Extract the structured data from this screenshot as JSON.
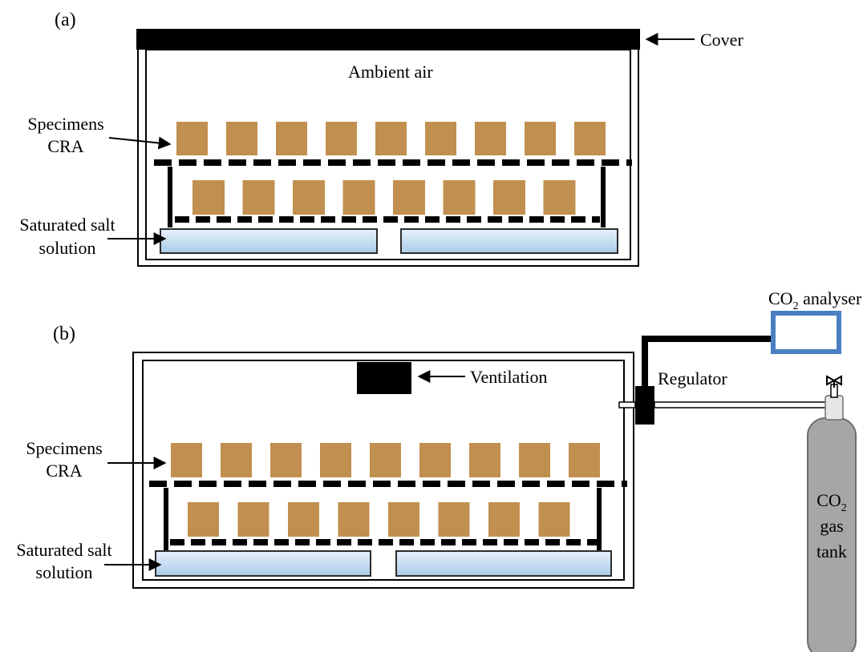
{
  "panels": {
    "a": {
      "tag": "(a)",
      "cover_label": "Cover",
      "ambient_label": "Ambient air",
      "specimens_line1": "Specimens",
      "specimens_line2": "CRA",
      "salt_line1": "Saturated salt",
      "salt_line2": "solution"
    },
    "b": {
      "tag": "(b)",
      "ventilation_label": "Ventilation",
      "regulator_label": "Regulator",
      "analyser_label_prefix": "CO",
      "analyser_label_sub": "2",
      "analyser_label_suffix": " analyser",
      "tank_line1_prefix": "CO",
      "tank_line1_sub": "2",
      "tank_line2": "gas",
      "tank_line3": "tank",
      "specimens_line1": "Specimens",
      "specimens_line2": "CRA",
      "salt_line1": "Saturated salt",
      "salt_line2": "solution"
    }
  },
  "colors": {
    "specimen": "#c18f4f",
    "solution_top": "#e7f1fb",
    "solution_bottom": "#a9cbe9",
    "solution_border": "#2b2b2b",
    "analyser_border": "#4a7fc1",
    "tank": "#a6a6a6",
    "tank_border": "#6d6d6d",
    "black": "#000000"
  },
  "icons": [
    "arrow-left-icon",
    "arrow-right-icon",
    "valve-icon"
  ]
}
